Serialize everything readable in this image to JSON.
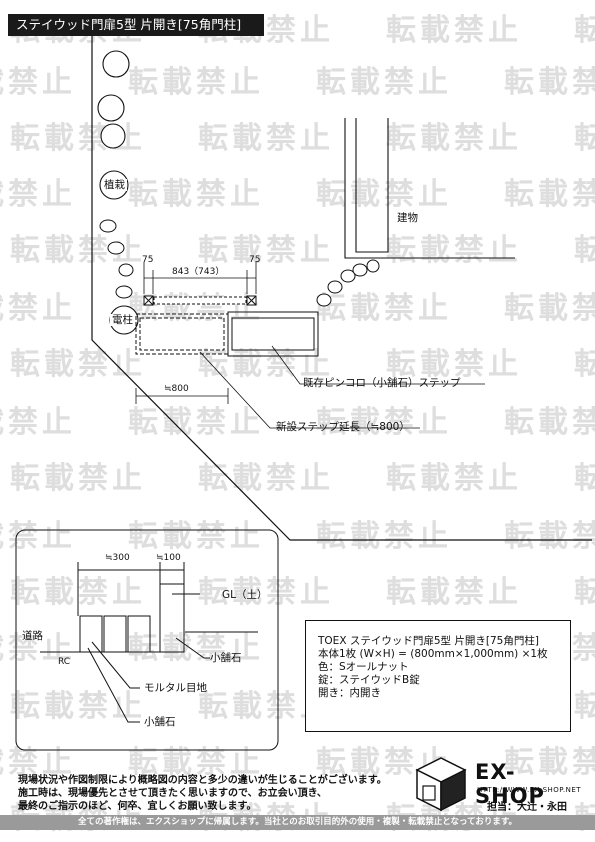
{
  "title": "ステイウッド門扉5型 片開き[75角門柱]",
  "watermark": "転載禁止",
  "plan": {
    "planting_label": "植栽",
    "building_label": "建物",
    "pole_label": "電柱",
    "dim_left": "75",
    "dim_right": "75",
    "dim_width": "843（743）",
    "dim_step": "≒800",
    "existing_step": "既存ピンコロ（小舗石）ステップ",
    "new_step": "新設ステップ延長（≒800）"
  },
  "section": {
    "dim_300": "≒300",
    "dim_100": "≒100",
    "gl": "GL（土）",
    "road": "道路",
    "rc": "RC",
    "small_stone": "小舗石",
    "mortar": "モルタル目地",
    "small_stone2": "小舗石"
  },
  "spec": {
    "line1": "TOEX ステイウッド門扉5型 片開き[75角門柱]",
    "line2": "本体1枚 (W×H) = (800mm×1,000mm) ×1枚",
    "line3": "色：Sオールナット",
    "line4": "錠：ステイウッドB錠",
    "line5": "開き：内開き"
  },
  "notice": {
    "line1": "現場状況や作図制限により概略図の内容と多少の違いが生じることがございます。",
    "line2": "施工時は、現場優先とさせて頂きたく思いますので、お立会い頂き、",
    "line3": "最終のご指示のほど、何卒、宜しくお願い致します。"
  },
  "logo": {
    "name": "EX-SHOP",
    "url": "HTTP://WWW.EX-SHOP.NET",
    "staff": "担当：大辻・永田"
  },
  "footer": "全ての著作権は、エクスショップに帰属します。当社とのお取引目的外の使用・複製・転載禁止となっております。"
}
